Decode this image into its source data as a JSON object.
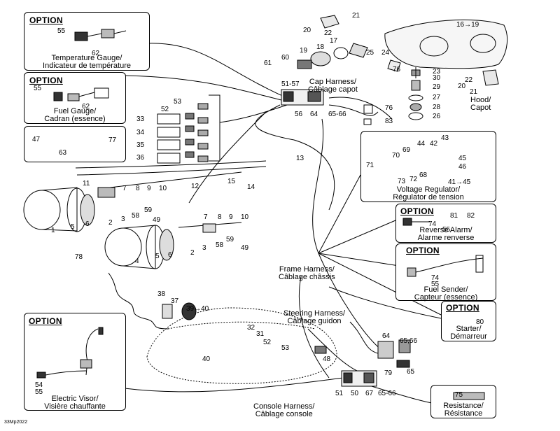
{
  "colors": {
    "line": "#000000",
    "paper": "#ffffff",
    "part_fill": "#f2f2f2",
    "part_dark": "#3a3a3a"
  },
  "option_label": "OPTION",
  "boxes": {
    "temp_gauge": {
      "line1": "Temperature Gauge/",
      "line2": "Indicateur de température"
    },
    "fuel_gauge": {
      "line1": "Fuel Gauge/",
      "line2": "Cadran (essence)"
    },
    "voltage": {
      "line1": "Voltage Regulator/",
      "line2": "Régulator de tension"
    },
    "reverse": {
      "line1": "Reverse Alarm/",
      "line2": "Alarme renverse"
    },
    "fuel_sender": {
      "line1": "Fuel Sender/",
      "line2": "Capteur (essence)"
    },
    "starter": {
      "line1": "Starter/",
      "line2": "Démarreur"
    },
    "resistance": {
      "line1": "Resistance/",
      "line2": "Résistance"
    },
    "visor": {
      "line1": "Electric Visor/",
      "line2": "Visière chauffante"
    }
  },
  "labels": {
    "cap_harness": {
      "line1": "Cap Harness/",
      "line2": "Câblage capot"
    },
    "hood": {
      "line1": "Hood/",
      "line2": "Capot"
    },
    "frame_harness": {
      "line1": "Frame Harness/",
      "line2": "Câblage châssis"
    },
    "steering_harness": {
      "line1": "Steering Harness/",
      "line2": "Câblage guidon"
    },
    "console_harness": {
      "line1": "Console Harness/",
      "line2": "Câblage console"
    }
  },
  "part_numbers": [
    "55",
    "62",
    "55",
    "62",
    "47",
    "63",
    "77",
    "53",
    "52",
    "33",
    "34",
    "35",
    "36",
    "16→19",
    "21",
    "20",
    "22",
    "17",
    "18",
    "19",
    "25",
    "24",
    "60",
    "61",
    "76",
    "23",
    "22",
    "20",
    "21",
    "30",
    "29",
    "27",
    "28",
    "26",
    "51-57",
    "56",
    "64",
    "65-66",
    "76",
    "83",
    "13",
    "11",
    "7",
    "8",
    "9",
    "10",
    "12",
    "15",
    "14",
    "1",
    "5",
    "6",
    "2",
    "3",
    "58",
    "59",
    "49",
    "78",
    "7",
    "8",
    "9",
    "10",
    "4",
    "5",
    "6",
    "2",
    "3",
    "58",
    "59",
    "49",
    "43",
    "44",
    "42",
    "69",
    "70",
    "71",
    "68",
    "73",
    "72",
    "45",
    "46",
    "41→45",
    "81",
    "82",
    "74",
    "55",
    "74",
    "55",
    "80",
    "38",
    "37",
    "39→40",
    "32",
    "31",
    "52",
    "53",
    "48",
    "40",
    "64",
    "65,66",
    "65",
    "79",
    "51",
    "50",
    "67",
    "65-66",
    "75",
    "54",
    "55"
  ],
  "footer": "33Mp2022"
}
